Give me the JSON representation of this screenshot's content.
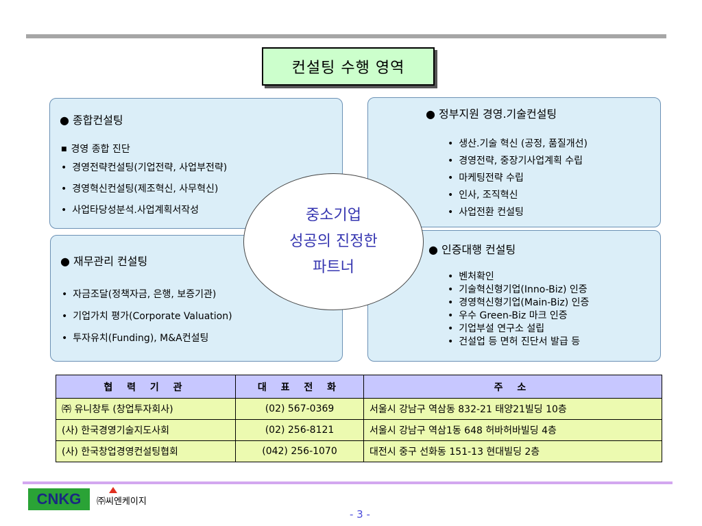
{
  "title": "컨설팅 수행 영역",
  "center_text": [
    "중소기업",
    "성공의 진정한",
    "파트너"
  ],
  "panels": {
    "comprehensive": {
      "heading": "● 종합컨설팅",
      "items": [
        "경영 종합 진단",
        "경영전략컨설팅(기업전략, 사업부전략)",
        "경영혁신컨설팅(제조혁신, 사무혁신)",
        "사업타당성분석.사업계획서작성"
      ]
    },
    "government": {
      "heading": "● 정부지원 경영.기술컨설팅",
      "items": [
        "생산.기술 혁신 (공정, 품질개선)",
        "경영전략, 중장기사업계획 수립",
        "마케팅전략 수립",
        "인사, 조직혁신",
        "사업전환 컨설팅"
      ]
    },
    "finance": {
      "heading": "● 재무관리 컨설팅",
      "items": [
        "자금조달(정책자금, 은행, 보증기관)",
        "기업가치 평가(Corporate Valuation)",
        "투자유치(Funding), M&A컨설팅"
      ]
    },
    "certification": {
      "heading": "● 인증대행 컨설팅",
      "items": [
        "벤처확인",
        "기술혁신형기업(Inno-Biz) 인증",
        "경영혁신형기업(Main-Biz) 인증",
        "우수 Green-Biz 마크 인증",
        "기업부설 연구소 설립",
        "건설업 등 면허 진단서 발급 등"
      ]
    }
  },
  "table": {
    "headers": [
      "협 력 기 관",
      "대 표 전 화",
      "주 소"
    ],
    "rows": [
      [
        "㈜ 유니창투 (창업투자회사)",
        "(02) 567-0369",
        "서울시 강남구 역삼동 832-21 태양21빌딩 10층"
      ],
      [
        "(사) 한국경영기술지도사회",
        "(02) 256-8121",
        "서울시 강남구 역삼1동 648 허바허바빌딩 4층"
      ],
      [
        "(사) 한국창업경영컨설팅협회",
        "(042) 256-1070",
        "대전시 중구 선화동 151-13 현대빌딩 2층"
      ]
    ]
  },
  "footer": {
    "logo_text": "CNKG",
    "company": "㈜씨엔케이지",
    "page": "- 3 -"
  },
  "colors": {
    "title_bg": "#ccffcc",
    "panel_bg": "#dbeef8",
    "circle_text": "#3535b0",
    "table_header": "#c7c7ff",
    "table_cell": "#ecfab0",
    "logo_bg": "#2aa336"
  }
}
